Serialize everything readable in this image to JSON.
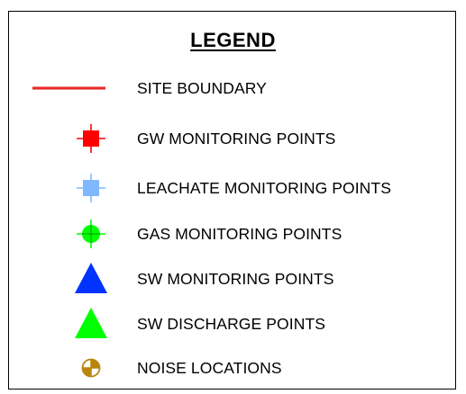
{
  "legend": {
    "title": "LEGEND",
    "items": [
      {
        "label": "SITE BOUNDARY",
        "icon": "red-line",
        "color": "#e01010"
      },
      {
        "label": "GW MONITORING POINTS",
        "icon": "square-crosshair",
        "color": "#ff0000"
      },
      {
        "label": "LEACHATE MONITORING POINTS",
        "icon": "square-crosshair",
        "color": "#80b8ff"
      },
      {
        "label": "GAS MONITORING POINTS",
        "icon": "circle-crosshair",
        "color": "#00ff00"
      },
      {
        "label": "SW MONITORING POINTS",
        "icon": "triangle",
        "color": "#0033ff"
      },
      {
        "label": "SW DISCHARGE POINTS",
        "icon": "triangle",
        "color": "#00ff00"
      },
      {
        "label": "NOISE LOCATIONS",
        "icon": "quartered-circle",
        "color": "#b8860b"
      }
    ]
  }
}
